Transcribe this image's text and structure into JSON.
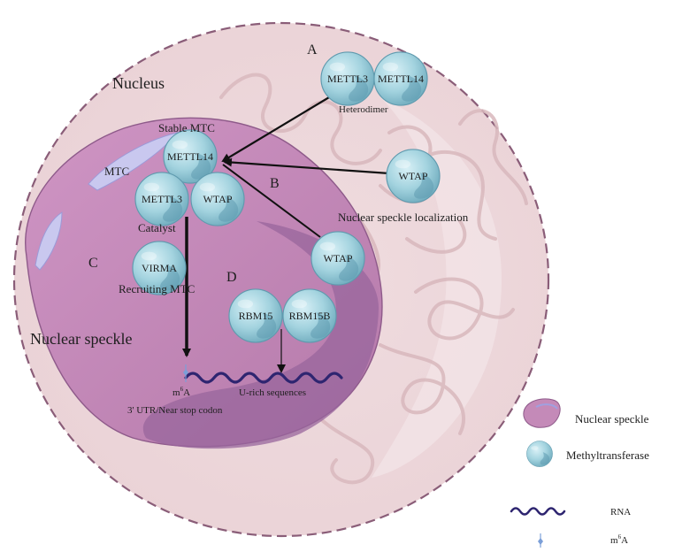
{
  "labels": {
    "nucleus": "Nucleus",
    "nuclear_speckle": "Nuclear speckle",
    "mtc": "MTC",
    "stable_mtc": "Stable MTC",
    "heterodimer": "Heterodimer",
    "catalyst": "Catalyst",
    "recruiting_mtc": "Recruiting MTC",
    "nuclear_speckle_localization": "Nuclear speckle localization",
    "m6a_mark": "m6A",
    "utr": "3' UTR/Near stop codon",
    "u_rich": "U-rich sequences"
  },
  "section_letters": {
    "a": "A",
    "b": "B",
    "c": "C",
    "d": "D"
  },
  "proteins": {
    "mettl3_a": "METTL3",
    "mettl14_a": "METTL14",
    "mettl14_core": "METTL14",
    "mettl3_core": "METTL3",
    "wtap_core": "WTAP",
    "wtap_right": "WTAP",
    "wtap_speckle": "WTAP",
    "virma": "VIRMA",
    "rbm15": "RBM15",
    "rbm15b": "RBM15B"
  },
  "legend": {
    "nuclear_speckle": "Nuclear speckle",
    "methyltransferase": "Methyltransferase",
    "rna": "RNA",
    "m6a": "m6A"
  },
  "colors": {
    "nucleus_fill": "#f0dee0",
    "nucleus_border": "#8a5d78",
    "speckle_fill": "#c48ab8",
    "speckle_dark": "#96649a",
    "protein_fill": "#9fd0dc",
    "rna": "#2e2570"
  }
}
